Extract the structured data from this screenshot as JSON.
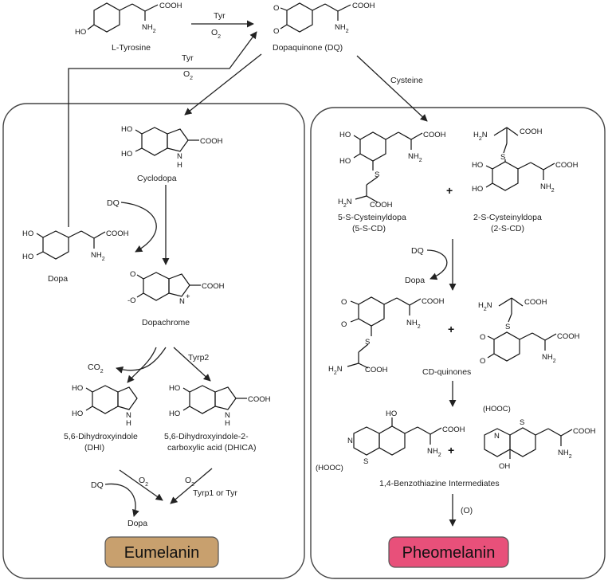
{
  "top": {
    "tyrosine_name": "L-Tyrosine",
    "dq_name": "Dopaquinone (DQ)",
    "tyr1": "Tyr",
    "o2_1": "O",
    "tyr2": "Tyr",
    "o2_2": "O",
    "cysteine": "Cysteine"
  },
  "eumelanin": {
    "cyclodopa_name": "Cyclodopa",
    "dq_label": "DQ",
    "dopa_name": "Dopa",
    "dopachrome_name": "Dopachrome",
    "co2": "CO",
    "tyrp2": "Tyrp2",
    "dhi_name_line1": "5,6-Dihydroxyindole",
    "dhi_name_line2": "(DHI)",
    "dhica_name_line1": "5,6-Dihydroxyindole-2-",
    "dhica_name_line2": "carboxylic acid (DHICA)",
    "dq_bottom": "DQ",
    "o2_bottom_left": "O",
    "o2_bottom_right": "O",
    "dopa_bottom": "Dopa",
    "tyrp1_tyr": "Tyrp1 or Tyr",
    "final": "Eumelanin",
    "final_color": "#c8a06e"
  },
  "pheomelanin": {
    "cd5_line1": "5-S-Cysteinyldopa",
    "cd5_line2": "(5-S-CD)",
    "cd2_line1": "2-S-Cysteinyldopa",
    "cd2_line2": "(2-S-CD)",
    "plus": "+",
    "dq_label": "DQ",
    "dopa_label": "Dopa",
    "cd_quinones": "CD-quinones",
    "btz": "1,4-Benzothiazine Intermediates",
    "oxidation": "(O)",
    "final": "Pheomelanin",
    "final_color": "#e8507a"
  },
  "chem": {
    "cooh": "COOH",
    "nh2": "NH",
    "two": "2",
    "ho": "HO",
    "oh": "OH",
    "o": "O",
    "h2n": "H",
    "n": "N",
    "h": "H",
    "s": "S",
    "hooc": "(HOOC)",
    "minus": "-",
    "plus_charge": "+"
  }
}
